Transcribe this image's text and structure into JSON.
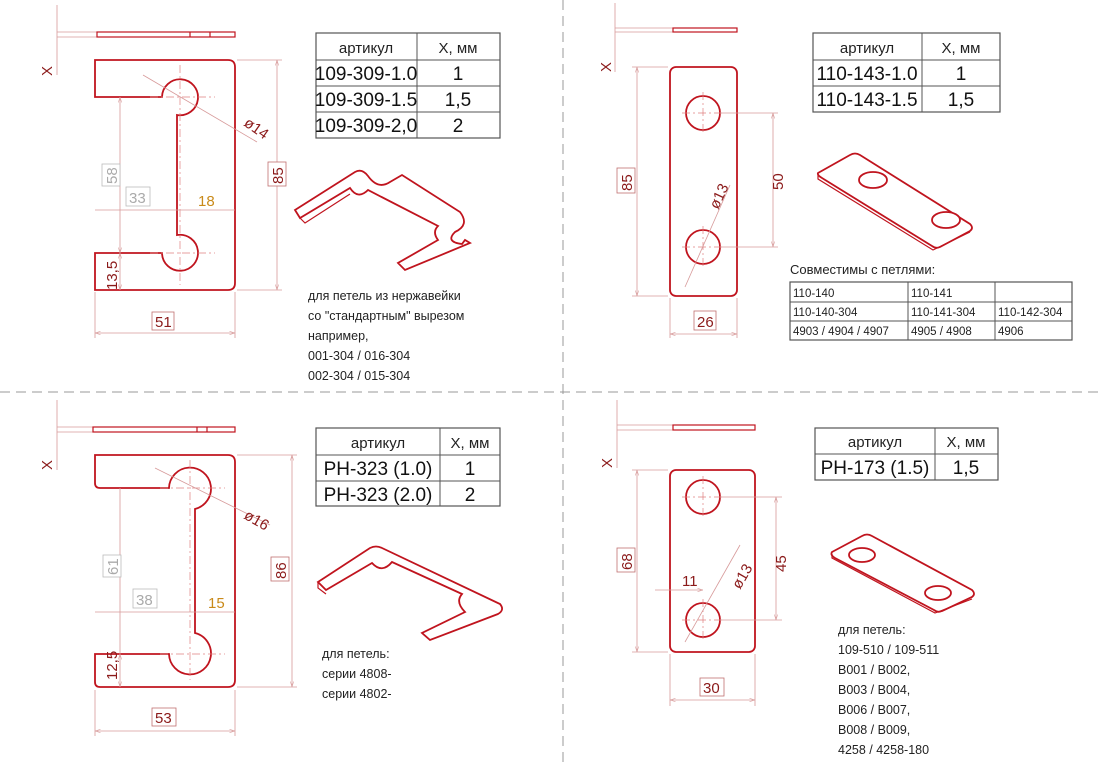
{
  "colors": {
    "part": "#c0141e",
    "dimension": "#d79a9a",
    "accent_dimension": "#c98a1a"
  },
  "common": {
    "x_label": "X",
    "col_article": "артикул",
    "col_x": "X, мм"
  },
  "q1": {
    "dims": {
      "height": "85",
      "width": "51",
      "gap": "58",
      "inner": "33",
      "spine": "18",
      "arm": "13,5",
      "diameter": "ø14"
    },
    "table": [
      [
        "109-309-1.0",
        "1"
      ],
      [
        "109-309-1.5",
        "1,5"
      ],
      [
        "109-309-2,0",
        "2"
      ]
    ],
    "notes": [
      "для петель из нержавейки",
      "со \"стандартным\" вырезом",
      "например,",
      "001-304 / 016-304",
      "002-304 / 015-304"
    ]
  },
  "q2": {
    "dims": {
      "height": "85",
      "width": "26",
      "spacing": "50",
      "diameter": "ø13"
    },
    "table": [
      [
        "110-143-1.0",
        "1"
      ],
      [
        "110-143-1.5",
        "1,5"
      ]
    ],
    "compat_title": "Совместимы с петлями:",
    "compat": [
      [
        "110-140",
        "110-141",
        ""
      ],
      [
        "110-140-304",
        "110-141-304",
        "110-142-304"
      ],
      [
        "4903 / 4904 / 4907",
        "4905 / 4908",
        "4906"
      ]
    ]
  },
  "q3": {
    "dims": {
      "height": "86",
      "width": "53",
      "gap": "61",
      "inner": "38",
      "spine": "15",
      "arm": "12,5",
      "diameter": "ø16"
    },
    "table": [
      [
        "PH-323 (1.0)",
        "1"
      ],
      [
        "PH-323 (2.0)",
        "2"
      ]
    ],
    "notes": [
      "для петель:",
      "серии 4808-",
      "серии 4802-"
    ]
  },
  "q4": {
    "dims": {
      "height": "68",
      "width": "30",
      "spacing": "45",
      "offset": "11",
      "diameter": "ø13"
    },
    "table": [
      [
        "PH-173 (1.5)",
        "1,5"
      ]
    ],
    "notes": [
      "для петель:",
      "109-510 / 109-511",
      "B001 / B002,",
      "B003 / B004,",
      "B006 / B007,",
      "B008 / B009,",
      "4258 / 4258-180"
    ]
  }
}
